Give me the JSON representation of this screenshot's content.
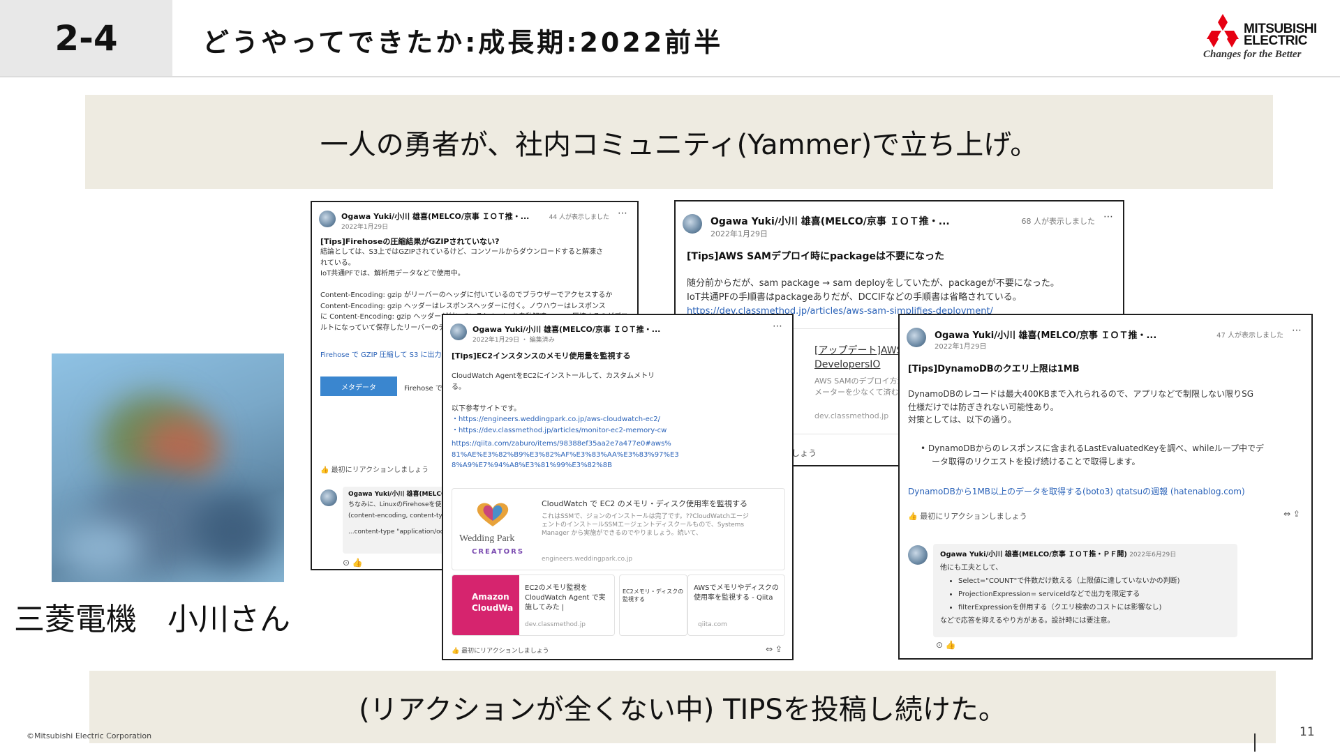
{
  "header": {
    "section_number": "2-4",
    "title": "どうやってできたか:成長期:2022前半"
  },
  "logo": {
    "word1": "MITSUBISHI",
    "word2": "ELECTRIC",
    "tagline": "Changes for the Better",
    "brand_color": "#e60012"
  },
  "banner_top": "一人の勇者が、社内コミュニティ(Yammer)で立ち上げ。",
  "banner_bottom": "(リアクションが全くない中) TIPSを投稿し続けた。",
  "person_caption": "三菱電機　小川さん",
  "footer": {
    "copyright": "©Mitsubishi Electric Corporation",
    "page_number": "11"
  },
  "posts": {
    "p1": {
      "author": "Ogawa Yuki/小川 雄喜(MELCO/京事 ＩＯＴ推・...",
      "date": "2022年1月29日",
      "views": "44 人が表示しました",
      "title": "[Tips]Firehoseの圧縮結果がGZIPされていない?",
      "lines": [
        "結論としては、S3上ではGZIPされているけど、コンソールからダウンロードすると解凍さ",
        "れている。",
        "IoT共通PFでは、解析用データなどで使用中。",
        "",
        "Content-Encoding: gzip がリーバーのヘッダに付いているのでブラウザーでアクセスするか",
        "Content-Encoding: gzip ヘッダーはレスポンスヘッダーに付く。ノウハウーはレスポンス",
        "に Content-Encoding: gzip ヘッダーが付いていると body を自動解凍。GZIP 圧縮するのがデフォ",
        "ルトになっていて保存したリーバーのデータ"
      ],
      "link": "Firehose で GZIP 圧縮して S3 に出力",
      "tag": "メタデータ",
      "side_text": "Firehose で",
      "react": "最初にリアクションしましょう",
      "comment_author": "Ogawa Yuki/小川 雄喜(MELCO/京",
      "comment_lines": [
        "ちなみに、LinuxのFirehoseを使",
        "(content-encoding, content-typ",
        "...content-type \"application/octe"
      ]
    },
    "p2": {
      "author": "Ogawa Yuki/小川 雄喜(MELCO/京事 ＩＯＴ推・...",
      "date": "2022年1月29日 ・ 編集済み",
      "title": "[Tips]EC2インスタンスのメモリ使用量を監視する",
      "lines": [
        "CloudWatch AgentをEC2にインストールして、カスタムメトリ",
        "る。",
        "",
        "以下参考サイトです。"
      ],
      "links": [
        "・https://engineers.weddingpark.co.jp/aws-cloudwatch-ec2/",
        "・https://dev.classmethod.jp/articles/monitor-ec2-memory-cw",
        "https://qiita.com/zaburo/items/98388ef35aa2e7a477e0#aws%",
        "81%AE%E3%82%B9%E3%82%AF%E3%83%AA%E3%83%97%E3",
        "8%A9%E7%94%A8%E3%81%99%E3%82%8B"
      ],
      "card1_title": "CloudWatch で EC2 のメモリ・ディスク使用率を監視する",
      "card1_desc": "これはSSMで、ジョンのインストールは完了です。??CloudWatchエージェントのインストールSSMエージェントディスクールもので、Systems Manager から実施ができるのでやりましょう。続いて、",
      "card1_domain": "engineers.weddingpark.co.jp",
      "card1_logo_line1": "Wedding Park",
      "card1_logo_line2": "CREATORS",
      "card2_badge_line1": "Amazon",
      "card2_badge_line2": "CloudWa",
      "card2_title": "EC2のメモリ監視をCloudWatch Agent で実施してみた |",
      "card2_domain": "dev.classmethod.jp",
      "card3_title": "EC2メモリ・ディスクの監視する",
      "card4_title": "AWSでメモリやディスクの使用率を監視する - Qiita",
      "card4_domain": "qiita.com",
      "react": "最初にリアクションしましょう"
    },
    "p3": {
      "author": "Ogawa Yuki/小川 雄喜(MELCO/京事 ＩＯＴ推・...",
      "date": "2022年1月29日",
      "views": "68 人が表示しました",
      "title": "[Tips]AWS SAMデプロイ時にpackageは不要になった",
      "lines": [
        "随分前からだが、sam package → sam deployをしていたが、packageが不要になった。",
        "IoT共通PFの手順書はpackageありだが、DCCIFなどの手順書は省略されている。"
      ],
      "link": "https://dev.classmethod.jp/articles/aws-sam-simplifies-deployment/",
      "card_title": "[アップデート]AWS S",
      "card_title2": "DevelopersIO",
      "card_desc": "AWS SAMのデプロイ方法が",
      "card_desc2": "メーターを少なくて済むよ",
      "card_domain": "dev.classmethod.jp",
      "react": "最初にリアクションしましょう"
    },
    "p4": {
      "author": "Ogawa Yuki/小川 雄喜(MELCO/京事 ＩＯＴ推・...",
      "date": "2022年1月29日",
      "views": "47 人が表示しました",
      "title": "[Tips]DynamoDBのクエリ上限は1MB",
      "lines": [
        "DynamoDBのレコードは最大400KBまで入れられるので、アプリなどで制限しない限りSG",
        "仕様だけでは防ぎきれない可能性あり。",
        "対策としては、以下の通り。"
      ],
      "bullet": "DynamoDBからのレスポンスに含まれるLastEvaluatedKeyを調べ、whileループ中でデ",
      "bullet2": "ータ取得のリクエストを投げ続けることで取得します。",
      "link": "DynamoDBから1MB以上のデータを取得する(boto3)  qtatsuの週報 (hatenablog.com)",
      "react": "最初にリアクションしましょう",
      "comment_author": "Ogawa Yuki/小川 雄喜(MELCO/京事 ＩＯＴ推・ＰＦ開)",
      "comment_date": "2022年6月29日",
      "comment_intro": "他にも工夫として、",
      "comment_items": [
        "Select=\"COUNT\"で件数だけ数える（上限値に達していないかの判断)",
        "ProjectionExpression= serviceIdなどで出力を限定する",
        "filterExpressionを併用する（クエリ検索のコストには影響なし)"
      ],
      "comment_outro": "などで応答を抑えるやり方がある。設計時には要注意。"
    }
  }
}
